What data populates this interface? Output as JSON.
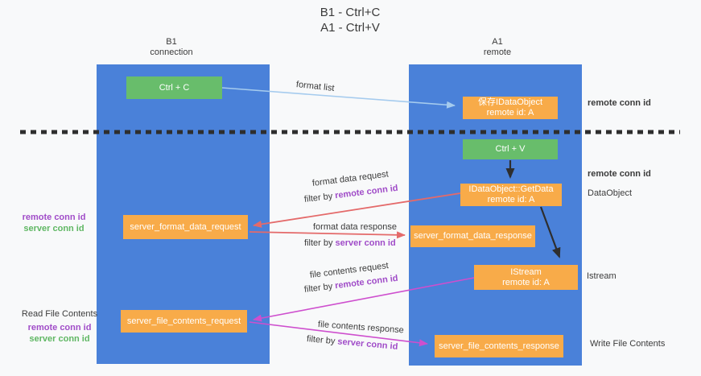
{
  "palette": {
    "background": "#f8f9fa",
    "column_blue": "#4a81d9",
    "node_green": "#68bd6b",
    "node_orange": "#f8ab49",
    "arrow_red": "#e46a6a",
    "arrow_magenta": "#ce4fce",
    "arrow_lightblue": "#a5cbee",
    "arrow_black": "#2e2e2e",
    "label_purple": "#a04cc8",
    "label_green": "#5fb763",
    "text_dark": "#3b3b3b"
  },
  "title": {
    "line1": "B1 - Ctrl+C",
    "line2": "A1 - Ctrl+V"
  },
  "columns": {
    "left": {
      "header_line1": "B1",
      "header_line2": "connection"
    },
    "right": {
      "header_line1": "A1",
      "header_line2": "remote"
    }
  },
  "nodes": {
    "ctrl_c": {
      "label": "Ctrl + C"
    },
    "save_idataobject": {
      "line1": "保存IDataObject",
      "line2": "remote id: A"
    },
    "ctrl_v": {
      "label": "Ctrl + V"
    },
    "getdata": {
      "line1": "IDataObject::GetData",
      "line2": "remote id: A"
    },
    "istream": {
      "line1": "IStream",
      "line2": "remote id: A"
    },
    "format_request": {
      "label": "server_format_data_request"
    },
    "format_response": {
      "label": "server_format_data_response"
    },
    "file_request": {
      "label": "server_file_contents_request"
    },
    "file_response": {
      "label": "server_file_contents_response"
    }
  },
  "edge_labels": {
    "format_list": "format list",
    "format_data_request": "format data request",
    "format_data_response": "format data response",
    "file_contents_request": "file contents request",
    "file_contents_response": "file contents response",
    "filter_by": "filter by ",
    "remote_conn_id": "remote conn id",
    "server_conn_id": "server conn id"
  },
  "side_labels": {
    "remote_conn_id": "remote conn id",
    "server_conn_id": "server conn id",
    "data_object": "DataObject",
    "istream": "Istream",
    "read_file_contents": "Read File Contents",
    "write_file_contents": "Write File Contents"
  }
}
